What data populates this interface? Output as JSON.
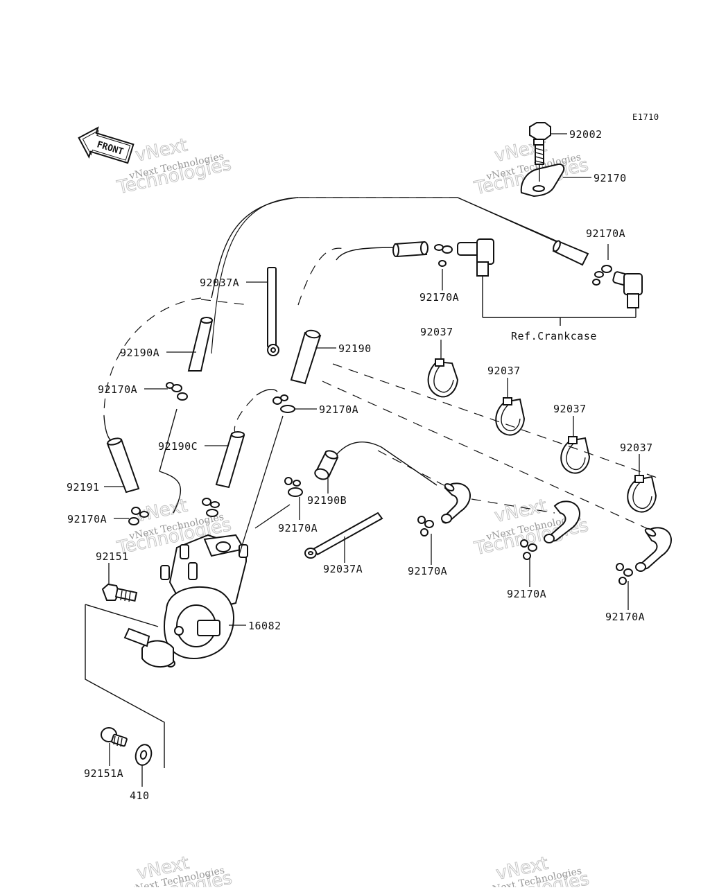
{
  "diagram": {
    "code": "E1710",
    "front_label": "FRONT",
    "ref_label": "Ref.Crankcase",
    "watermark": {
      "line1": "vNext",
      "line2": "Technologies",
      "line3": "vNext Technologies"
    }
  },
  "parts": {
    "p92002": "92002",
    "p92170": "92170",
    "p92170A_top": "92170A",
    "p92170A_crank": "92170A",
    "p92037A_top": "92037A",
    "p92190A": "92190A",
    "p92190": "92190",
    "p92037_1": "92037",
    "p92037_2": "92037",
    "p92037_3": "92037",
    "p92037_4": "92037",
    "p92170A_left": "92170A",
    "p92170A_mid": "92170A",
    "p92190C": "92190C",
    "p92191": "92191",
    "p92190B": "92190B",
    "p92170A_low1": "92170A",
    "p92170A_low2": "92170A",
    "p92037A_low": "92037A",
    "p92170A_left2": "92170A",
    "p92151": "92151",
    "p16082": "16082",
    "p92170A_r1": "92170A",
    "p92170A_r2": "92170A",
    "p92151A": "92151A",
    "p410": "410"
  }
}
